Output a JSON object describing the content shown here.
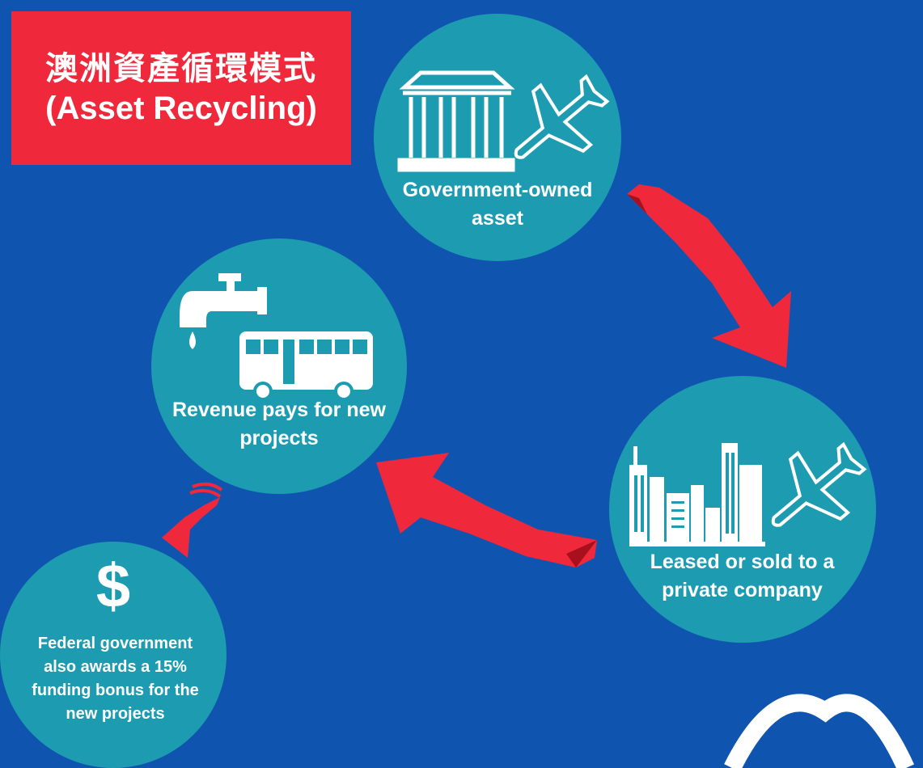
{
  "title": {
    "zh": "澳洲資產循環模式",
    "en": "(Asset Recycling)"
  },
  "nodes": {
    "government_asset": {
      "line1": "Government-owned",
      "line2": "asset"
    },
    "leased": {
      "line1": "Leased or sold to a",
      "line2": "private company"
    },
    "revenue": {
      "line1": "Revenue pays for new",
      "line2": "projects"
    },
    "bonus": {
      "symbol": "$",
      "line1": "Federal government",
      "line2": "also awards a 15%",
      "line3": "funding bonus for the",
      "line4": "new projects"
    }
  },
  "colors": {
    "background": "#0f55b0",
    "circle": "#1d9bb0",
    "arrow": "#f0283c",
    "title_box": "#f0283c",
    "icon": "#ffffff"
  },
  "icons": [
    "government-building-icon",
    "airplane-icon",
    "city-buildings-icon",
    "water-tap-icon",
    "bus-icon",
    "dollar-icon",
    "logo-arch-icon"
  ]
}
